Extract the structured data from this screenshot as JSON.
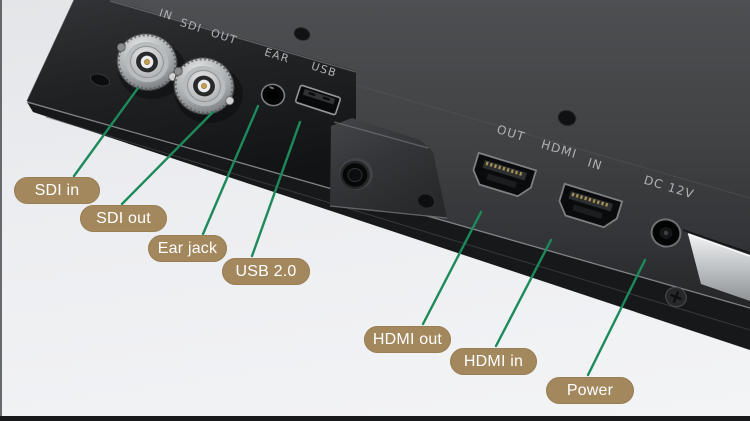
{
  "callouts": [
    {
      "id": "sdi-in",
      "label": "SDI in"
    },
    {
      "id": "sdi-out",
      "label": "SDI out"
    },
    {
      "id": "ear-jack",
      "label": "Ear jack"
    },
    {
      "id": "usb",
      "label": "USB 2.0"
    },
    {
      "id": "hdmi-out",
      "label": "HDMI out"
    },
    {
      "id": "hdmi-in",
      "label": "HDMI in"
    },
    {
      "id": "power",
      "label": "Power"
    }
  ],
  "print": {
    "bnc_in": "IN",
    "bnc_group": "SDI",
    "bnc_out": "OUT",
    "ear": "EAR",
    "usb": "USB",
    "hdmi_out": "OUT",
    "hdmi_group": "HDMI",
    "hdmi_in": "IN",
    "power": "DC 12V"
  },
  "colors": {
    "callout_bg": "#a3885d",
    "callout_text": "#ffffff",
    "leader_line": "#1d8a5b",
    "device_face": "#47494c",
    "device_recess": "#1e2022",
    "print_text": "#b0b3b6",
    "silver_corner": "#c9ccce",
    "bottom_bar": "#17191b",
    "background_top": "#e3e5e8",
    "background_bottom": "#f3f4f6"
  }
}
